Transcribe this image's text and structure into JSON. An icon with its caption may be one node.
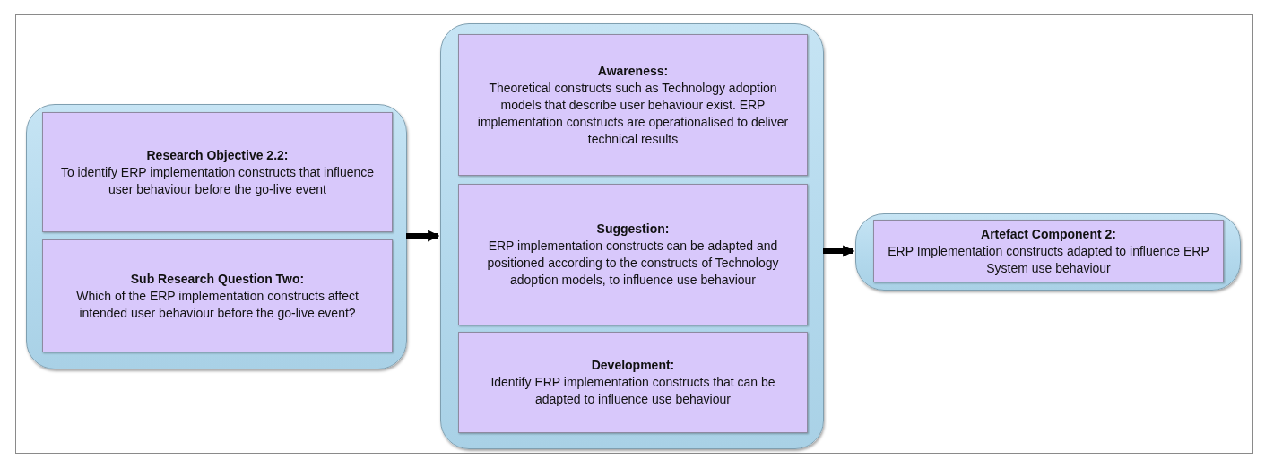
{
  "diagram": {
    "nodes": [
      {
        "text": [],
        "shape": "box"
      },
      {
        "text": [
          "Research Objective 2.2:",
          "To identify ERP implementation constructs that influence user behaviour before the go-live event"
        ],
        "in": 0
      },
      {
        "text": [
          "Sub Research Question Two:",
          "Which of the ERP implementation constructs affect intended user behaviour before the go-live event?"
        ],
        "in": 0
      },
      {
        "text": [],
        "shape": "box"
      },
      {
        "text": [
          "Awareness:",
          "Theoretical constructs such as Technology adoption models that describe user behaviour exist. ERP implementation constructs are operationalised to deliver technical results"
        ],
        "in": 3
      },
      {
        "text": [
          "Suggestion:",
          "ERP implementation constructs can be adapted and positioned according to the constructs of Technology adoption models, to influence use behaviour"
        ],
        "in": 3
      },
      {
        "text": [
          "Development:",
          "Identify ERP implementation constructs that can be adapted to influence use behaviour"
        ],
        "in": 3
      },
      {
        "text": [],
        "shape": "box"
      },
      {
        "text": [
          "Artefact Component 2:",
          "ERP Implementation constructs adapted to influence ERP System use behaviour"
        ],
        "in": 7
      }
    ],
    "edges": [
      {
        "from": 0,
        "to": 3,
        "arrow": "to"
      },
      {
        "from": 3,
        "to": 7,
        "arrow": "to"
      }
    ]
  }
}
